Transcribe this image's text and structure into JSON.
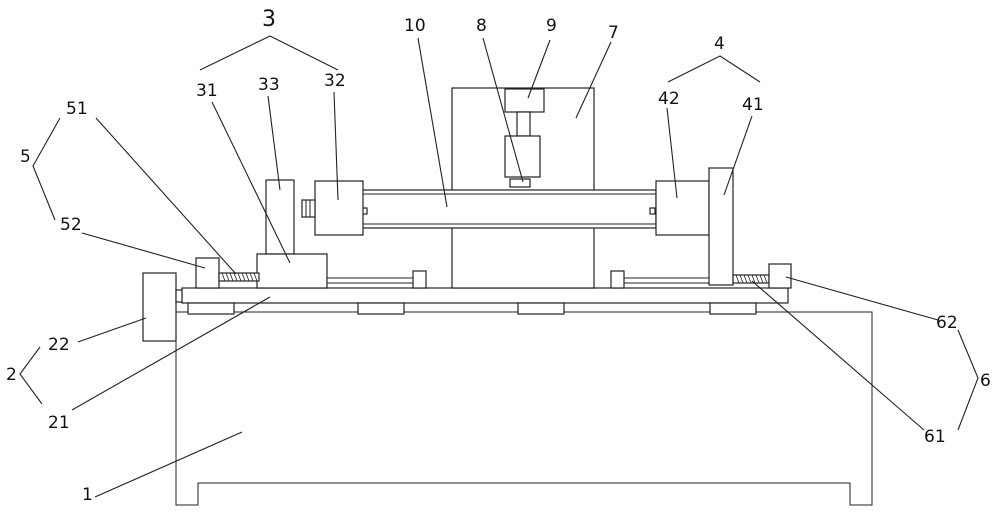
{
  "labels": {
    "l1": "1",
    "l2": "2",
    "l3": "3",
    "l4": "4",
    "l5": "5",
    "l6": "6",
    "l7": "7",
    "l8": "8",
    "l9": "9",
    "l10": "10",
    "l21": "21",
    "l22": "22",
    "l31": "31",
    "l32": "32",
    "l33": "33",
    "l41": "41",
    "l42": "42",
    "l51": "51",
    "l52": "52",
    "l61": "61",
    "l62": "62"
  },
  "colors": {
    "line": "#222222",
    "background": "#ffffff"
  }
}
